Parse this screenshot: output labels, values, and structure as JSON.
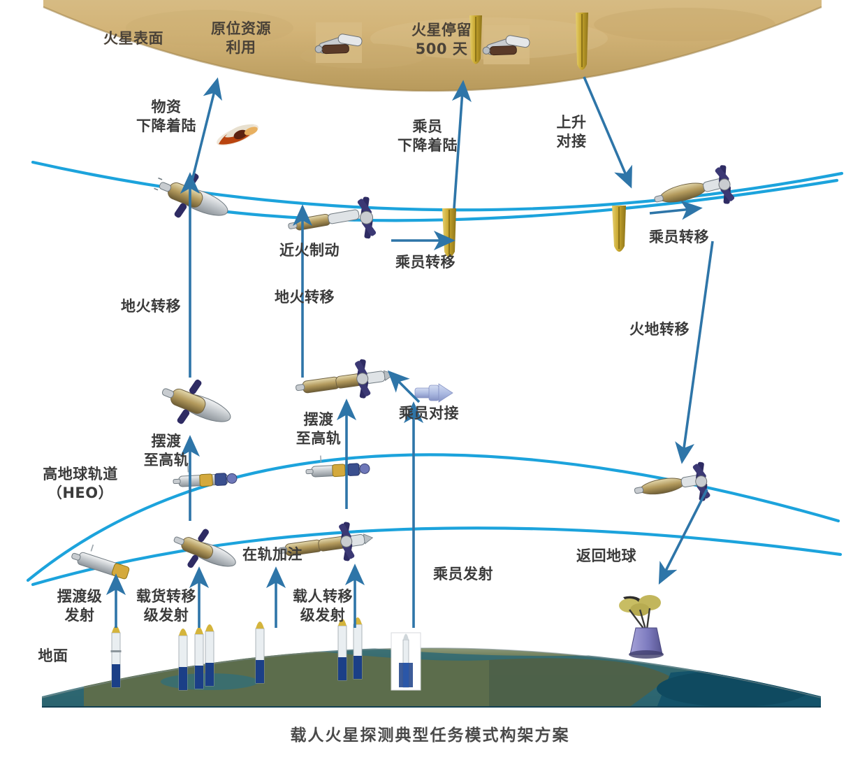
{
  "caption": "载人火星探测典型任务模式构架方案",
  "colors": {
    "orbit": "#1ca3dc",
    "arrow": "#2e75a8",
    "mars_surface": "#d3b478",
    "mars_surface_dark": "#b99a5d",
    "earth_land": "#6d7a52",
    "earth_ocean": "#16596b",
    "rocket_body": "#dfe4e8",
    "rocket_nose": "#d4b43c",
    "rocket_booster": "#1b3f87",
    "capsule_return": "#7d7bbf",
    "lander_gold": "#c8a72e",
    "docking_arrow": "#aab8e0",
    "text": "#3b3b3b"
  },
  "mars": {
    "surface_label": "火星表面",
    "isru_label": "原位资源\n利用",
    "stay_label": "火星停留\n500 天"
  },
  "earth": {
    "ground_label": "地面",
    "heo_label": "高地球轨道\n（HEO）"
  },
  "flows": [
    {
      "id": "cargo-descent",
      "label": "物资\n下降着陆"
    },
    {
      "id": "crew-descent",
      "label": "乘员\n下降着陆"
    },
    {
      "id": "ascent-docking",
      "label": "上升\n对接"
    },
    {
      "id": "mars-capture",
      "label": "近火制动"
    },
    {
      "id": "crew-transfer-1",
      "label": "乘员转移"
    },
    {
      "id": "crew-transfer-2",
      "label": "乘员转移"
    },
    {
      "id": "earth-mars-1",
      "label": "地火转移"
    },
    {
      "id": "earth-mars-2",
      "label": "地火转移"
    },
    {
      "id": "mars-earth",
      "label": "火地转移"
    },
    {
      "id": "ferry-heo-1",
      "label": "摆渡\n至高轨"
    },
    {
      "id": "ferry-heo-2",
      "label": "摆渡\n至高轨"
    },
    {
      "id": "crew-docking",
      "label": "乘员对接"
    },
    {
      "id": "orbit-refuel",
      "label": "在轨加注"
    },
    {
      "id": "ferry-launch",
      "label": "摆渡级\n发射"
    },
    {
      "id": "cargo-launch",
      "label": "载货转移\n级发射"
    },
    {
      "id": "crew-stage-launch",
      "label": "载人转移\n级发射"
    },
    {
      "id": "crew-launch",
      "label": "乘员发射"
    },
    {
      "id": "earth-return",
      "label": "返回地球"
    }
  ]
}
